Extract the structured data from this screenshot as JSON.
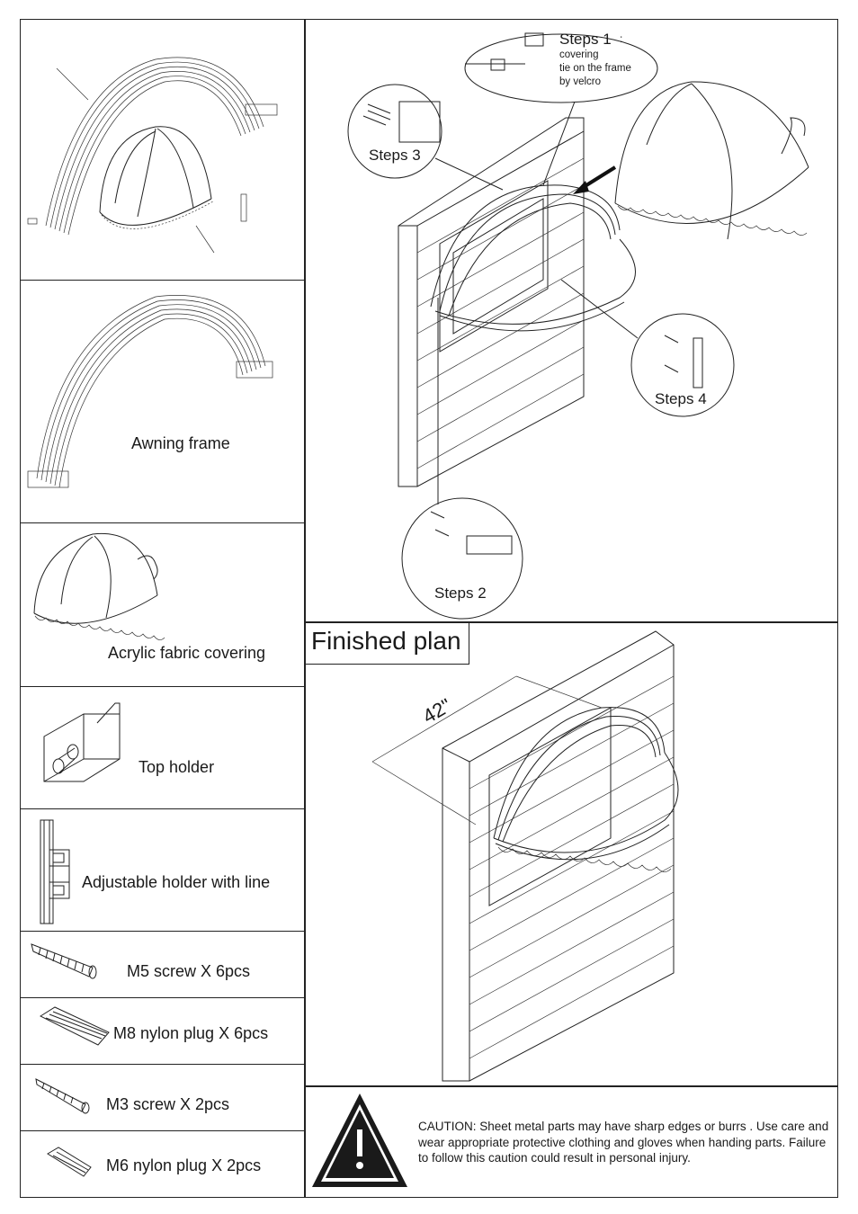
{
  "parts": {
    "awning_frame": "Awning frame",
    "fabric": "Acrylic fabric covering",
    "top_holder": "Top holder",
    "adjustable_holder": "Adjustable holder with line",
    "m5_screw": "M5 screw X 6pcs",
    "m8_plug": "M8 nylon plug X 6pcs",
    "m3_screw": "M3 screw X 2pcs",
    "m6_plug": "M6 nylon plug X 2pcs"
  },
  "steps": {
    "step1_title": "Steps 1",
    "step1_colon": ":",
    "step1_desc": [
      "covering",
      "tie on the frame",
      "by velcro"
    ],
    "step2": "Steps 2",
    "step3": "Steps 3",
    "step4": "Steps 4"
  },
  "finished": {
    "title": "Finished plan",
    "dimension": "42\""
  },
  "caution": {
    "text": "CAUTION: Sheet metal parts may have sharp edges or burrs . Use care and wear appropriate protective clothing and gloves when handing parts. Failure to follow this caution could result in personal injury."
  }
}
